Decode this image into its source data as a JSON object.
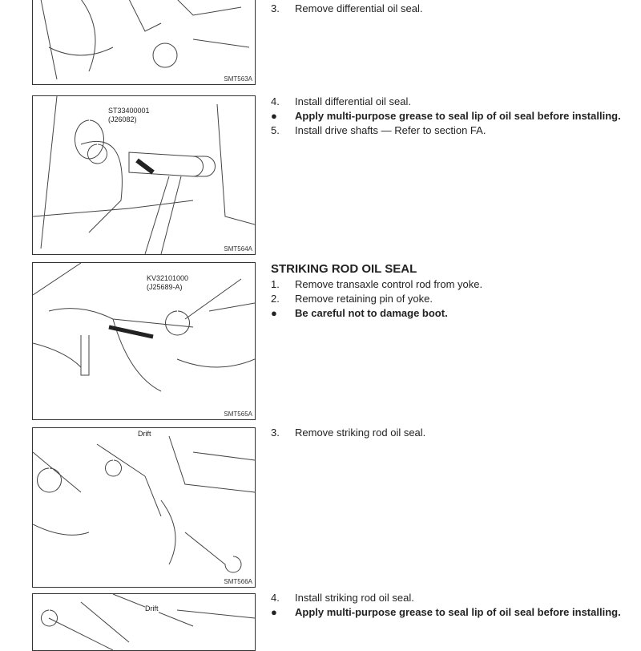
{
  "figures": [
    {
      "id": "SMT563A"
    },
    {
      "id": "SMT564A",
      "callout": [
        "ST33400001",
        "(J26082)"
      ]
    },
    {
      "id": "SMT565A",
      "callout": [
        "KV32101000",
        "(J25689-A)"
      ]
    },
    {
      "id": "SMT566A",
      "callout": [
        "Drift"
      ]
    },
    {
      "callout": [
        "Drift"
      ]
    }
  ],
  "sec1": {
    "step3": {
      "n": "3.",
      "t": "Remove differential oil seal."
    },
    "step4": {
      "n": "4.",
      "t": "Install differential oil seal."
    },
    "note": {
      "n": "●",
      "t": "Apply multi-purpose grease to seal lip of oil seal before installing."
    },
    "step5": {
      "n": "5.",
      "t": "Install drive shafts — Refer to section FA."
    }
  },
  "sec2": {
    "title": "STRIKING ROD OIL SEAL",
    "step1": {
      "n": "1.",
      "t": "Remove transaxle control rod from yoke."
    },
    "step2": {
      "n": "2.",
      "t": "Remove retaining pin of yoke."
    },
    "note": {
      "n": "●",
      "t": "Be careful not to damage boot."
    },
    "step3": {
      "n": "3.",
      "t": "Remove striking rod oil seal."
    },
    "step4": {
      "n": "4.",
      "t": "Install striking rod oil seal."
    },
    "note2": {
      "n": "●",
      "t": "Apply multi-purpose grease to seal lip of oil seal before installing."
    }
  }
}
